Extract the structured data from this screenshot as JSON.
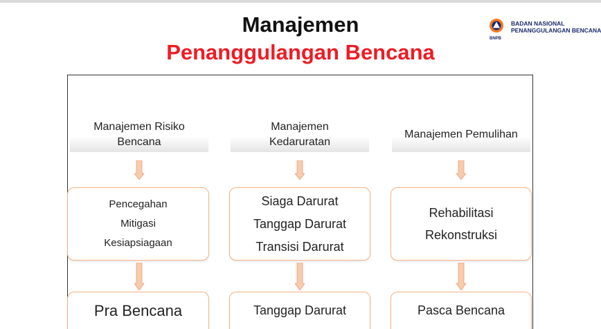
{
  "title": {
    "line1": "Manajemen",
    "line2": "Penanggulangan Bencana"
  },
  "logo": {
    "line1": "BADAN NASIONAL",
    "line2": "PENANGGULANGAN BENCANA",
    "abbr": "BNPB"
  },
  "columns": [
    {
      "header_line1": "Manajemen Risiko",
      "header_line2": "Bencana",
      "items": [
        "Pencegahan",
        "Mitigasi",
        "Kesiapsiagaan"
      ],
      "phase": "Pra Bencana"
    },
    {
      "header_line1": "Manajemen",
      "header_line2": "Kedaruratan",
      "items": [
        "Siaga Darurat",
        "Tanggap Darurat",
        "Transisi Darurat"
      ],
      "phase": "Tanggap Darurat"
    },
    {
      "header_line1": "Manajemen Pemulihan",
      "items": [
        "Rehabilitasi",
        "Rekonstruksi"
      ],
      "phase": "Pasca Bencana"
    }
  ],
  "colors": {
    "title_red": "#ee1c24",
    "box_border": "#f4b183",
    "arrow_fill": "#f8cbad",
    "logo_orange": "#f47920",
    "logo_navy": "#1b2a6b"
  },
  "icons": {
    "arrow": "down-arrow-icon",
    "logo": "bnpb-emblem-icon"
  }
}
